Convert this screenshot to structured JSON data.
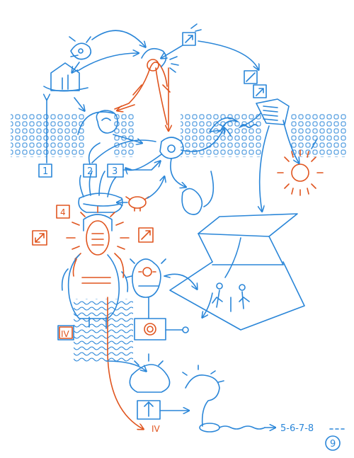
{
  "colors": {
    "blue": "#2a86d8",
    "red": "#e0551f"
  },
  "labels": {
    "box1": "1",
    "box2": "2",
    "box3": "3",
    "box4": "4",
    "iv_box": "IV",
    "iv_arrow": "IV",
    "sequence": "5-6-7-8",
    "page_number": "9"
  }
}
